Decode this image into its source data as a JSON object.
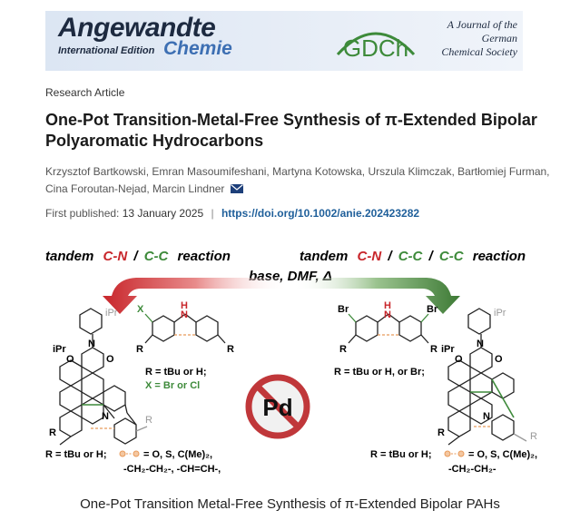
{
  "banner": {
    "journal_name": "Angewandte",
    "edition": "International Edition",
    "chemie": "Chemie",
    "society_logo": "GDCh",
    "society_line1": "A Journal of the",
    "society_line2": "German",
    "society_line3": "Chemical Society"
  },
  "article": {
    "type": "Research Article",
    "title_line1": "One-Pot Transition-Metal-Free Synthesis of π-Extended Bipolar",
    "title_line2": "Polyaromatic Hydrocarbons",
    "authors_line1": "Krzysztof Bartkowski, Emran Masoumifeshani, Martyna Kotowska, Urszula Klimczak, Bartłomiej Furman,",
    "authors_line2": "Cina Foroutan-Nejad, Marcin Lindner",
    "published_label": "First published:",
    "published_date": "13 January 2025",
    "separator": "|",
    "doi": "https://doi.org/10.1002/anie.202423282"
  },
  "graphic": {
    "left_reaction": {
      "prefix": "tandem",
      "step1": "C-N",
      "slash": "/",
      "step2": "C-C",
      "suffix": "reaction"
    },
    "right_reaction": {
      "prefix": "tandem",
      "step1": "C-N",
      "slash1": "/",
      "step2": "C-C",
      "slash2": "/",
      "step3": "C-C",
      "suffix": "reaction"
    },
    "conditions": "base, DMF, Δ",
    "left_sub": {
      "r_label": "R",
      "def1": "R = tBu or H;",
      "def2": "X = Br or Cl"
    },
    "right_sub": {
      "def": "R = tBu or H, or Br;"
    },
    "left_bottom": {
      "line1": "R = tBu or H;",
      "line1b": "= O, S, C(Me)₂,",
      "line2": "-CH₂-CH₂-, -CH=CH-,"
    },
    "right_bottom": {
      "line1": "R = tBu or H;",
      "line1b": "= O, S, C(Me)₂,",
      "line2": "-CH₂-CH₂-"
    },
    "pd": "Pd",
    "atoms": {
      "ipr": "iPr",
      "n": "N",
      "o": "O",
      "h": "H",
      "x": "X",
      "br": "Br",
      "r": "R"
    },
    "colors": {
      "red": "#c8262b",
      "green": "#3d8a3a",
      "pd_ring": "#c0373a",
      "doi": "#1f5f9a"
    }
  },
  "caption": "One-Pot Transition Metal-Free Synthesis of π-Extended Bipolar PAHs"
}
